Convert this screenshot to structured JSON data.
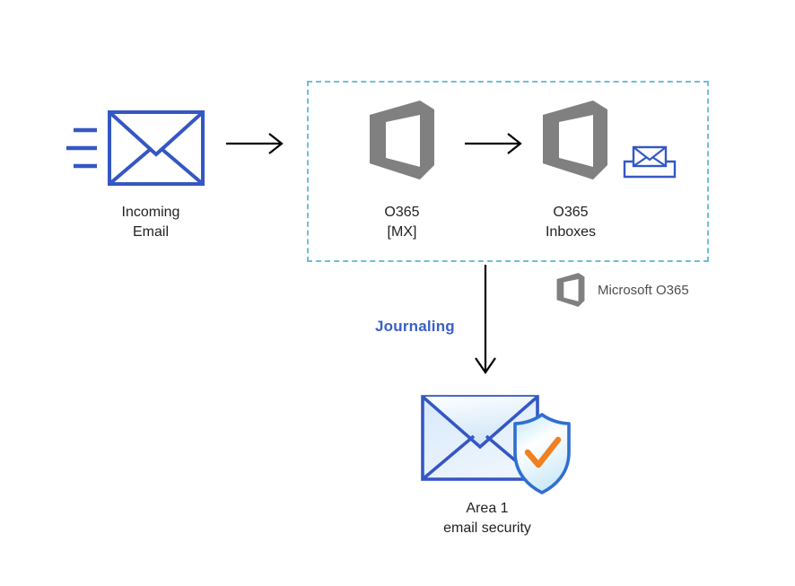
{
  "diagram": {
    "title": "O365 journaling to Area 1 email security flow",
    "background_color": "#ffffff",
    "colors": {
      "envelope_blue": "#3557c4",
      "dashed_border": "#6cc0d8",
      "o365_gray": "#808080",
      "journaling_blue": "#3a5fc8",
      "arrow_black": "#000000",
      "shield_check_orange": "#f08020",
      "envelope_fill_light": "#dceaf8",
      "text_dark": "#231f20",
      "legend_text": "#4d4d4d"
    }
  },
  "nodes": {
    "incoming_email": {
      "label_line1": "Incoming",
      "label_line2": "Email",
      "icon": "envelope-with-motion-lines-icon"
    },
    "o365_mx": {
      "label_line1": "O365",
      "label_line2": "[MX]",
      "icon": "office-365-logo-icon"
    },
    "o365_inboxes": {
      "label_line1": "O365",
      "label_line2": "Inboxes",
      "icon": "office-365-logo-icon",
      "badge_icon": "inbox-tray-envelope-icon"
    },
    "area1": {
      "label_line1": "Area 1",
      "label_line2": "email security",
      "icon": "envelope-with-shield-check-icon"
    }
  },
  "edges": {
    "incoming_to_mx": {
      "label": "",
      "icon": "arrow-right-icon"
    },
    "mx_to_inboxes": {
      "label": "",
      "icon": "arrow-right-icon"
    },
    "inboxes_to_area1": {
      "label": "Journaling",
      "icon": "arrow-down-icon"
    }
  },
  "zone": {
    "name": "o365-boundary",
    "style": "dashed"
  },
  "legend": {
    "icon": "office-365-logo-icon",
    "text": "Microsoft O365"
  }
}
